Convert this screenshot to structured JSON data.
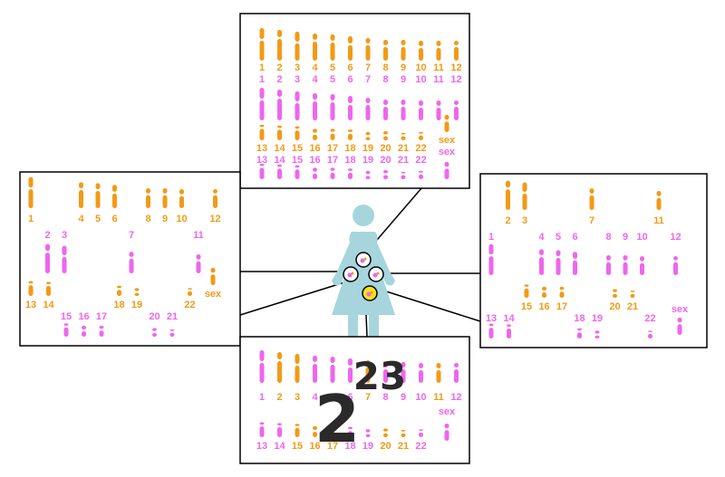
{
  "colors": {
    "maternal": "#f29a16",
    "paternal": "#ee66ee",
    "figure": "#a7d5dd",
    "highlight": "#f4e11a",
    "frame": "#000000",
    "exponent_text": "#2a2a2a"
  },
  "icons": {
    "figure": "female-figure-icon",
    "egg_cell": "egg-cell-icon"
  },
  "labels": {
    "autosomes": [
      "1",
      "2",
      "3",
      "4",
      "5",
      "6",
      "7",
      "8",
      "9",
      "10",
      "11",
      "12",
      "13",
      "14",
      "15",
      "16",
      "17",
      "18",
      "19",
      "20",
      "21",
      "22"
    ],
    "sex": "sex"
  },
  "formula": {
    "base": "2",
    "exponent": "23"
  },
  "panels": [
    {
      "id": "top",
      "layout": "paired",
      "maternal_row_top": [
        "1",
        "2",
        "3",
        "4",
        "5",
        "6",
        "7",
        "8",
        "9",
        "10",
        "11",
        "12"
      ],
      "paternal_row_top": [
        "1",
        "2",
        "3",
        "4",
        "5",
        "6",
        "7",
        "8",
        "9",
        "10",
        "11",
        "12"
      ],
      "maternal_row_bottom": [
        "13",
        "14",
        "15",
        "16",
        "17",
        "18",
        "19",
        "20",
        "21",
        "22",
        "sex"
      ],
      "paternal_row_bottom": [
        "13",
        "14",
        "15",
        "16",
        "17",
        "18",
        "19",
        "20",
        "21",
        "22",
        "sex"
      ]
    },
    {
      "id": "left",
      "layout": "gamete",
      "maternal": [
        "1",
        "4",
        "5",
        "6",
        "8",
        "9",
        "10",
        "12",
        "13",
        "14",
        "18",
        "19",
        "22",
        "sex"
      ],
      "paternal": [
        "2",
        "3",
        "7",
        "11",
        "15",
        "16",
        "17",
        "20",
        "21"
      ]
    },
    {
      "id": "right",
      "layout": "gamete",
      "maternal": [
        "2",
        "3",
        "7",
        "11",
        "15",
        "16",
        "17",
        "20",
        "21"
      ],
      "paternal": [
        "1",
        "4",
        "5",
        "6",
        "8",
        "9",
        "10",
        "12",
        "13",
        "14",
        "18",
        "19",
        "22",
        "sex"
      ]
    },
    {
      "id": "bottom",
      "layout": "gamete-combinations",
      "maternal": [
        "2",
        "3",
        "7",
        "11",
        "15",
        "16",
        "17",
        "20",
        "21"
      ],
      "paternal": [
        "1",
        "4",
        "5",
        "6",
        "8",
        "9",
        "10",
        "12",
        "13",
        "14",
        "18",
        "19",
        "22",
        "sex"
      ]
    }
  ]
}
